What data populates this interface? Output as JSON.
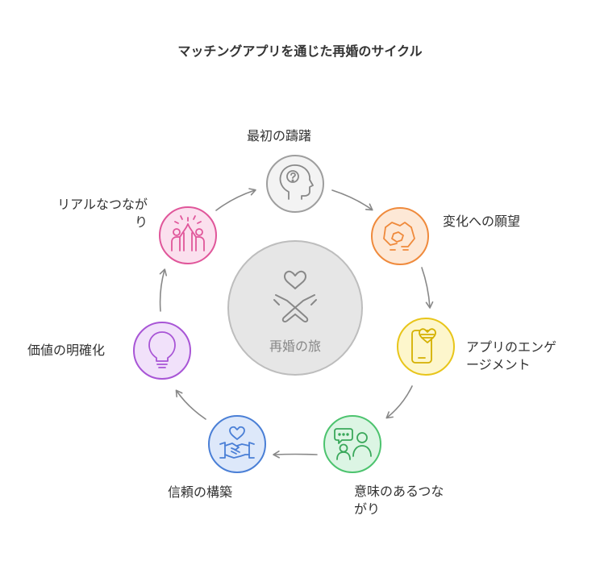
{
  "title": "マッチングアプリを通じた再婚のサイクル",
  "center": {
    "label": "再婚の旅",
    "icon": "heart-crossed-hands-icon"
  },
  "stages": [
    {
      "label": "最初の躊躇",
      "icon": "head-question-icon",
      "color": "#9e9e9e"
    },
    {
      "label": "変化への願望",
      "icon": "handshake-icon",
      "color": "#ef8a3c"
    },
    {
      "label_lines": [
        "アプリのエンゲ",
        "ージメント"
      ],
      "icon": "phone-heart-icon",
      "color": "#e8c51a"
    },
    {
      "label_lines": [
        "意味のあるつな",
        "がり"
      ],
      "icon": "chat-people-icon",
      "color": "#4cc36e"
    },
    {
      "label": "信頼の構築",
      "icon": "heart-handshake-icon",
      "color": "#4a7fd6"
    },
    {
      "label": "価値の明確化",
      "icon": "lightbulb-icon",
      "color": "#a855d6"
    },
    {
      "label_lines": [
        "リアルなつなが",
        "り"
      ],
      "icon": "high-five-icon",
      "color": "#e0569a"
    }
  ]
}
